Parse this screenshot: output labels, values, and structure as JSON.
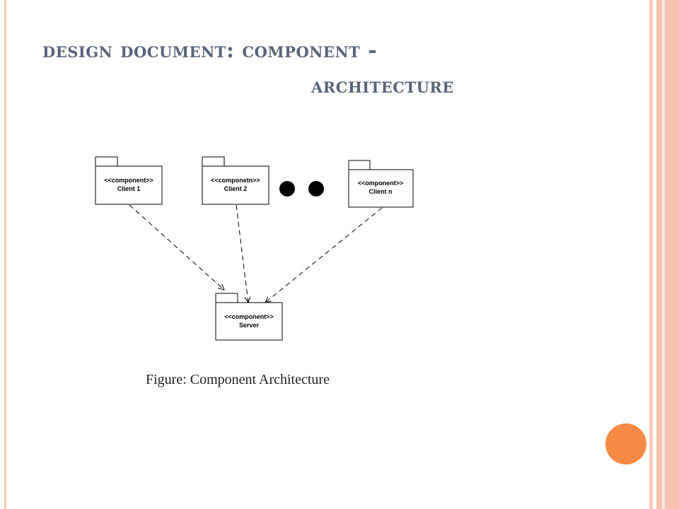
{
  "title": {
    "line1": "design document: component -",
    "line2": "architecture"
  },
  "components": [
    {
      "stereotype": "<<component>>",
      "name": "Client 1"
    },
    {
      "stereotype": "<<componetn>>",
      "name": "Client 2"
    },
    {
      "stereotype": "<<omponent>>",
      "name": "Client n"
    },
    {
      "stereotype": "<<component>>",
      "name": "Server"
    }
  ],
  "caption": "Figure: Component Architecture",
  "colors": {
    "title": "#59657a",
    "accent": "#f78a45",
    "border": "#f7c2b0"
  }
}
